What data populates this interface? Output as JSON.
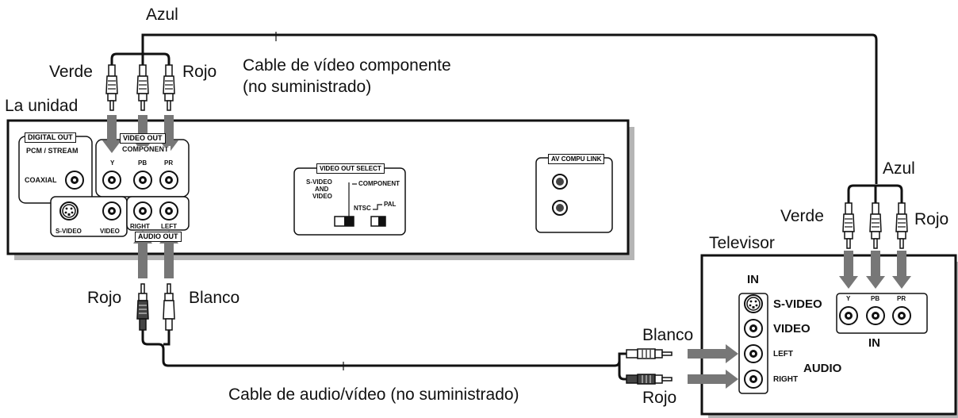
{
  "labels": {
    "azul_top": "Azul",
    "verde_top": "Verde",
    "rojo_top": "Rojo",
    "cable_componente_1": "Cable de vídeo componente",
    "cable_componente_2": "(no suministrado)",
    "la_unidad": "La unidad",
    "azul_right": "Azul",
    "verde_right": "Verde",
    "rojo_right": "Rojo",
    "televisor": "Televisor",
    "rojo_audio": "Rojo",
    "blanco_audio": "Blanco",
    "blanco_tv": "Blanco",
    "rojo_tv": "Rojo",
    "cable_av": "Cable de audio/vídeo (no suministrado)"
  },
  "unit_panel": {
    "digital_out": "DIGITAL OUT",
    "pcm_stream": "PCM / STREAM",
    "coaxial": "COAXIAL",
    "video_out": "VIDEO OUT",
    "component": "COMPONENT",
    "y": "Y",
    "pb": "PB",
    "pr": "PR",
    "s_video": "S-VIDEO",
    "video": "VIDEO",
    "right": "RIGHT",
    "left": "LEFT",
    "audio_out": "AUDIO OUT",
    "video_out_select": "VIDEO OUT SELECT",
    "sel_svideo_1": "S-VIDEO",
    "sel_svideo_2": "AND",
    "sel_svideo_3": "VIDEO",
    "sel_component": "COMPONENT",
    "ntsc": "NTSC",
    "pal": "PAL",
    "av_compu_link": "AV COMPU LINK"
  },
  "tv_panel": {
    "in_top": "IN",
    "s_video": "S-VIDEO",
    "video": "VIDEO",
    "left": "LEFT",
    "right": "RIGHT",
    "audio": "AUDIO",
    "y": "Y",
    "pb": "PB",
    "pr": "PR",
    "in_bottom": "IN"
  }
}
